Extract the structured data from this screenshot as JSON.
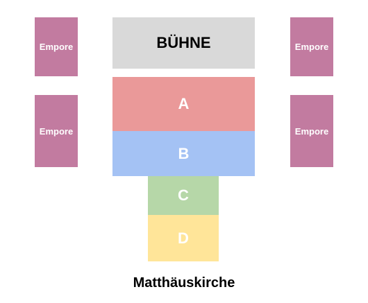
{
  "stage": {
    "label": "BÜHNE",
    "color": "#d9d9d9"
  },
  "empore": {
    "label": "Empore",
    "color": "#c27ba0",
    "blocks": [
      {
        "id": "left-upper",
        "label": "Empore"
      },
      {
        "id": "left-lower",
        "label": "Empore"
      },
      {
        "id": "right-upper",
        "label": "Empore"
      },
      {
        "id": "right-lower",
        "label": "Empore"
      }
    ]
  },
  "sections": [
    {
      "label": "A",
      "color": "#ea9999"
    },
    {
      "label": "B",
      "color": "#a4c2f4"
    },
    {
      "label": "C",
      "color": "#b6d7a8"
    },
    {
      "label": "D",
      "color": "#ffe599"
    }
  ],
  "venue": {
    "name": "Matthäuskirche"
  }
}
